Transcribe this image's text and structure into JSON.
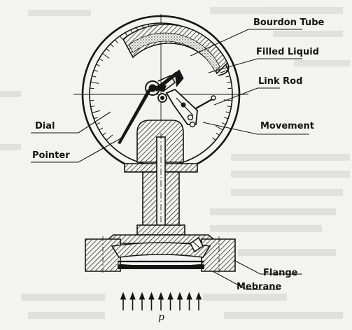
{
  "labels": {
    "bourdon_tube": "Bourdon Tube",
    "filled_liquid": "Filled Liquid",
    "link_rod": "Link Rod",
    "movement": "Movement",
    "dial": "Dial",
    "pointer": "Pointer",
    "flange": "Flange",
    "membrane": "Mebrane",
    "pressure": "p"
  },
  "colors": {
    "ink": "#151515",
    "paper": "#f3f3f1",
    "faded_text": "#c9c9c9"
  }
}
